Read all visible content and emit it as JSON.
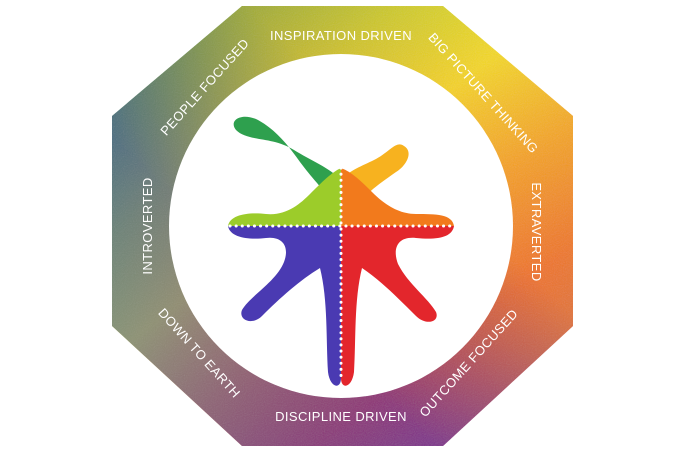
{
  "labels": {
    "top": "INSPIRATION DRIVEN",
    "top_right": "BIG PICTURE THINKING",
    "right": "EXTRAVERTED",
    "bottom_right": "OUTCOME FOCUSED",
    "bottom": "DISCIPLINE DRIVEN",
    "bottom_left": "DOWN TO EARTH",
    "left": "INTROVERTED",
    "top_left": "PEOPLE FOCUSED"
  },
  "colors": {
    "yellow": "#f2e21a",
    "lime": "#9ccc2a",
    "green": "#2ea04e",
    "blue": "#2f62c4",
    "indigo": "#4a3ab2",
    "violet": "#7a2f94",
    "magenta": "#b02a6e",
    "red": "#e3262c",
    "orange": "#f27a1c",
    "amber": "#f7b21f",
    "dots": "#ffffff"
  }
}
